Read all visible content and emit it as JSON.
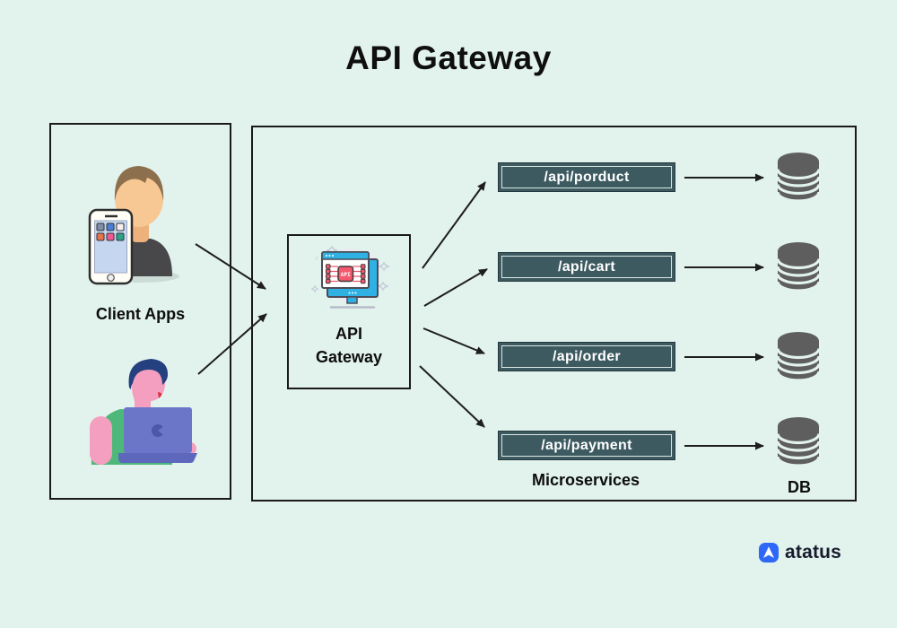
{
  "title": "API Gateway",
  "client_box": {
    "label": "Client Apps"
  },
  "gateway_box": {
    "line1": "API",
    "line2": "Gateway"
  },
  "services": [
    "/api/porduct",
    "/api/cart",
    "/api/order",
    "/api/payment"
  ],
  "labels": {
    "microservices": "Microservices",
    "db": "DB"
  },
  "logo": {
    "text": "atatus"
  },
  "icons": [
    "person-smartphone-icon",
    "person-laptop-icon",
    "api-gateway-monitor-icon",
    "database-icon",
    "atatus-logo-icon",
    "arrow-connector"
  ],
  "colors": {
    "background": "#e2f2ec",
    "box_border": "#1a1a1a",
    "service_fill": "#3d5a61",
    "service_inner_border": "#dde9e6",
    "service_text": "#ffffff",
    "db_gray": "#5e5e5e",
    "arrow": "#1e1e1e",
    "logo_blue": "#2d68f6",
    "monitor_blue": "#2fb1e3",
    "chip_red": "#f4586d"
  }
}
